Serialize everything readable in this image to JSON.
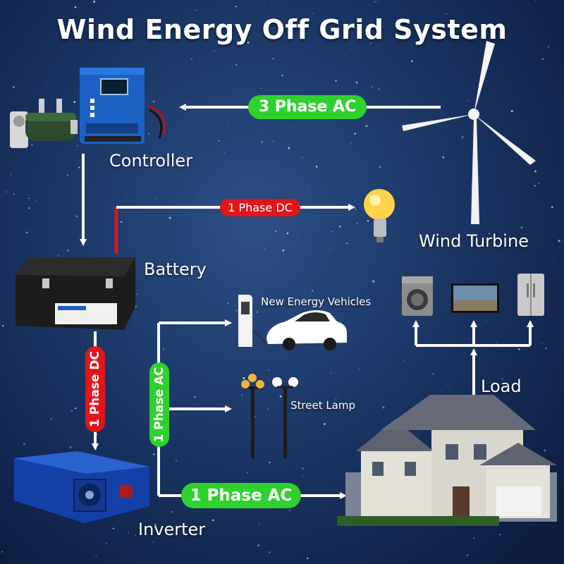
{
  "title": "Wind Energy Off Grid System",
  "labels": {
    "controller": "Controller",
    "wind_turbine": "Wind Turbine",
    "battery": "Battery",
    "inverter": "Inverter",
    "load": "Load",
    "new_energy_vehicles": "New Energy Vehicles",
    "street_lamp": "Street Lamp"
  },
  "connections": {
    "turbine_to_controller": "3 Phase AC",
    "battery_to_bulb": "1 Phase DC",
    "battery_to_inverter": "1 Phase DC",
    "inverter_to_loads": "1 Phase AC",
    "inverter_to_house": "1 Phase AC"
  },
  "colors": {
    "ac_pill": "#2fd12f",
    "dc_pill": "#e0161b",
    "arrow": "#ffffff",
    "dc_wire": "#e0161b"
  },
  "icons": [
    "resistor-icon",
    "controller-icon",
    "wind-turbine-icon",
    "light-bulb-icon",
    "battery-icon",
    "inverter-icon",
    "charging-station-icon",
    "car-icon",
    "street-lamp-icon",
    "house-icon",
    "washing-machine-icon",
    "tv-icon",
    "refrigerator-icon"
  ]
}
